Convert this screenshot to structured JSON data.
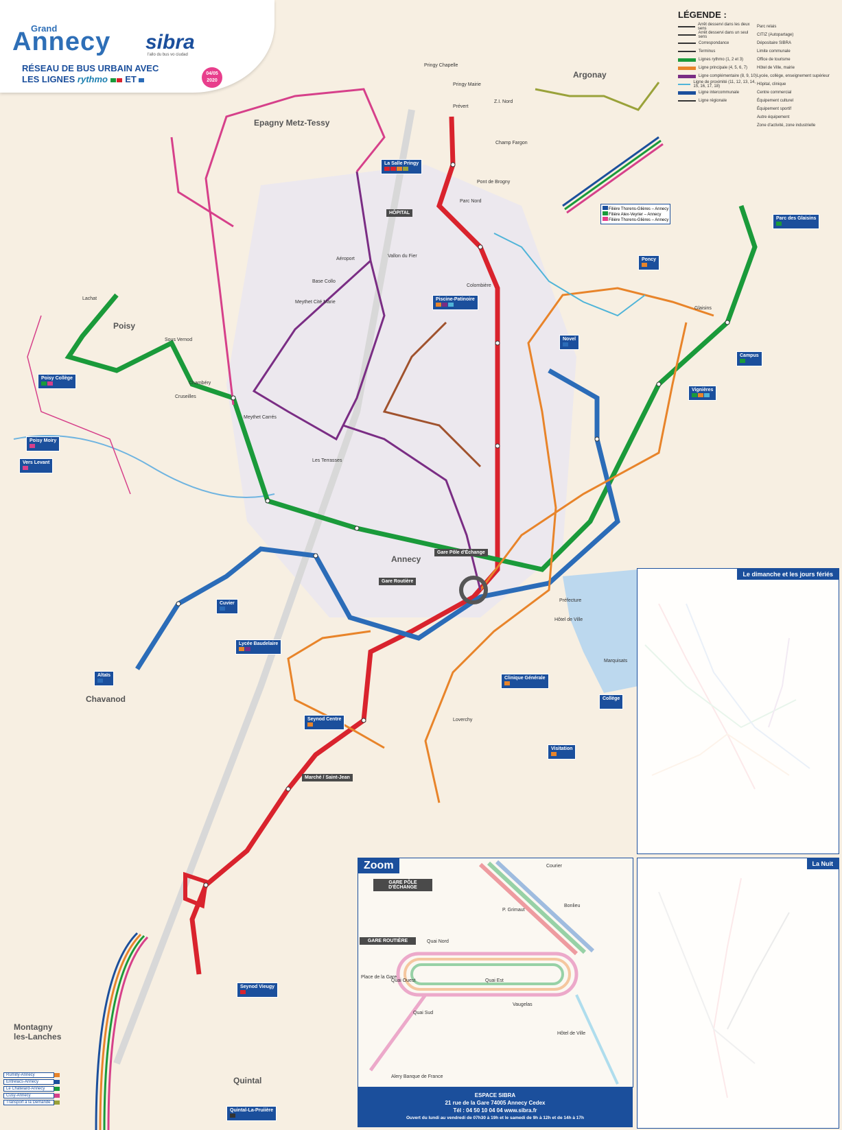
{
  "header": {
    "brand_grand": "Grand",
    "brand_annecy": "Annecy",
    "brand_sibra": "sibra",
    "brand_sub": "l'allo du bus vo ciudad",
    "title_line1": "RÉSEAU DE BUS URBAIN AVEC",
    "title_line2_prefix": "LES LIGNES",
    "title_rythmo": "rythmo",
    "title_et": "ET",
    "date": "04/05 2020"
  },
  "legend": {
    "title": "LÉGENDE :",
    "items": [
      {
        "label": "Arrêt desservi dans les deux sens"
      },
      {
        "label": "Arrêt desservi dans un seul sens"
      },
      {
        "label": "Correspondance"
      },
      {
        "label": "Terminus"
      },
      {
        "label": "Lignes rythmo (1, 2 et 3)",
        "color": "#1a9a3a"
      },
      {
        "label": "Ligne principale (4, 5, 6, 7)",
        "color": "#e8842a"
      },
      {
        "label": "Ligne complémentaire (8, 9, 10)",
        "color": "#7a2d84"
      },
      {
        "label": "Ligne de proximité (11, 12, 13, 14, 15, 16, 17, 18)",
        "color": "#4fb4d8"
      },
      {
        "label": "Ligne intercommunale",
        "color": "#1b4f9c"
      },
      {
        "label": "Ligne régionale",
        "color": "#333333"
      }
    ],
    "right_items": [
      "Parc relais",
      "CITIZ (Autopartage)",
      "Dépositaire SIBRA",
      "Limite communale",
      "Office de tourisme",
      "Hôtel de Ville, mairie",
      "Lycée, collège, enseignement supérieur",
      "Hôpital, clinique",
      "Centre commercial",
      "Équipement culturel",
      "Équipement sportif",
      "Autre équipement",
      "Zone d'activité, zone industrielle"
    ]
  },
  "towns": {
    "epagny": "Epagny Metz-Tessy",
    "argonay": "Argonay",
    "poisy": "Poisy",
    "annecy": "Annecy",
    "chavanod": "Chavanod",
    "montagny": "Montagny les-Lanches",
    "quintal": "Quintal"
  },
  "places": [
    "Pringy Chapelle",
    "Pringy Mairie",
    "Prévert",
    "Z.I. Nord",
    "Champ Fargon",
    "La Salle Pringy",
    "Parc Nord",
    "HÔPITAL",
    "Vallon du Fier",
    "Aéroport",
    "Base Collo",
    "Meythet Cité Marie",
    "Lachat",
    "Sous Vernod",
    "Chambéry",
    "Cruseilles",
    "Meythet Carrés",
    "Les Terrasses",
    "Colombière",
    "Piscine-Patinoire",
    "Novel",
    "Pont de Brogny",
    "Poisy Collège",
    "Poisy Moiry",
    "Vers Levant",
    "Cuvier",
    "Altaïs",
    "Lycée Baudelaire",
    "Seynod Centre",
    "Marché / Saint-Jean",
    "Seynod Vieugy",
    "Quintal-La-Pruiière",
    "Gare Routière",
    "Gare Pôle d'Échange",
    "Visitation",
    "Collège",
    "Clinique Générale",
    "Vignières",
    "Campus",
    "Glaisins",
    "Parc des Glaisins",
    "Poncy",
    "Préfecture",
    "Hôtel de Ville",
    "Loverchy",
    "Marquisats"
  ],
  "panels": {
    "sunday": "Le dimanche et les jours fériés",
    "night": "La Nuit",
    "zoom": "Zoom"
  },
  "zoom": {
    "hub1": "GARE PÔLE D'ÉCHANGE",
    "hub2": "GARE ROUTIÈRE",
    "labels": [
      "Courier",
      "P. Grimaut",
      "Bonlieu",
      "Quai Nord",
      "Quai Ouest",
      "Quai Est",
      "Quai Sud",
      "Vaugelas",
      "Hôtel de Ville",
      "Place de la Gare",
      "Alery Banque de France"
    ]
  },
  "filieres": [
    {
      "label": "Filière Thorens-Glières – Annecy",
      "color": "#1b4f9c"
    },
    {
      "label": "Filière Alex-Veyrier – Annecy",
      "color": "#1a9a3a"
    },
    {
      "label": "Filière Thorens-Glières – Annecy",
      "color": "#e83e8c"
    }
  ],
  "corridor": [
    {
      "label": "Rumilly-Annecy"
    },
    {
      "label": "Entrelacs-Annecy"
    },
    {
      "label": "Le Châtelard-Annecy"
    },
    {
      "label": "Cusy-Annecy"
    },
    {
      "label": "Transport à la Demande"
    }
  ],
  "footer": {
    "line1": "ESPACE SIBRA",
    "line2": "21 rue de la Gare 74005 Annecy Cedex",
    "line3": "Tél : 04 50 10 04 04    www.sibra.fr",
    "line4": "Ouvert du lundi au vendredi de 07h30 à 19h et le samedi de 9h à 12h et de 14h à 17h"
  },
  "colors": {
    "line1_red": "#d9232d",
    "rythmo_green": "#1a9a3a",
    "line3_blue": "#2b6cb8",
    "orange": "#e8842a",
    "purple": "#7a2d84",
    "pink": "#d6408a",
    "olive": "#9aa23a",
    "brown": "#a0522d",
    "sky": "#4fb4d8",
    "navy": "#1b4f9c",
    "lake": "#bcd8ee"
  }
}
